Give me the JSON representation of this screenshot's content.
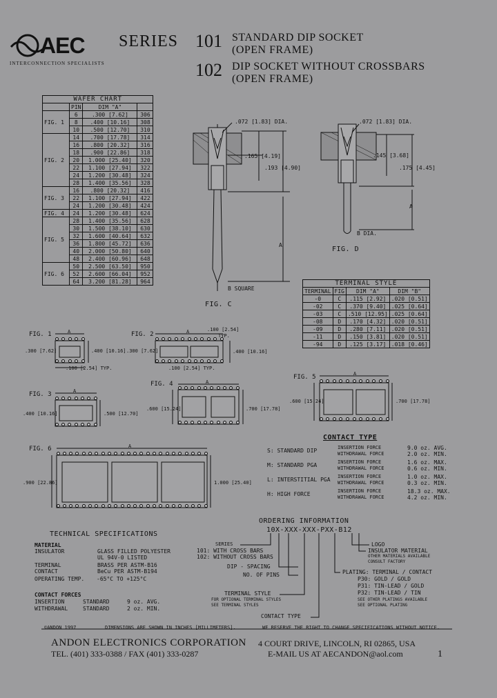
{
  "header": {
    "logo_text": "AEC",
    "logo_subtitle": "INTERCONNECTION SPECIALISTS",
    "series_label": "SERIES",
    "num_101": "101",
    "num_102": "102",
    "line_101_a": "STANDARD DIP SOCKET",
    "line_101_b": "(OPEN FRAME)",
    "line_102_a": "DIP SOCKET WITHOUT CROSSBARS",
    "line_102_b": "(OPEN FRAME)"
  },
  "wafer_chart": {
    "title": "WAFER CHART",
    "col_pin": "PIN",
    "col_dim": "DIM \"A\"",
    "groups": [
      {
        "fig": "FIG. 1",
        "rows": [
          [
            "6",
            ".300 [7.62]",
            "306"
          ],
          [
            "8",
            ".400 [10.16]",
            "308"
          ],
          [
            "10",
            ".500 [12.70]",
            "310"
          ]
        ]
      },
      {
        "fig": "FIG. 2",
        "rows": [
          [
            "14",
            ".700 [17.78]",
            "314"
          ],
          [
            "16",
            ".800 [20.32]",
            "316"
          ],
          [
            "18",
            ".900 [22.86]",
            "318"
          ],
          [
            "20",
            "1.000 [25.40]",
            "320"
          ],
          [
            "22",
            "1.100 [27.94]",
            "322"
          ],
          [
            "24",
            "1.200 [30.48]",
            "324"
          ],
          [
            "28",
            "1.400 [35.56]",
            "328"
          ]
        ]
      },
      {
        "fig": "FIG. 3",
        "rows": [
          [
            "16",
            ".800 [20.32]",
            "416"
          ],
          [
            "22",
            "1.100 [27.94]",
            "422"
          ],
          [
            "24",
            "1.200 [30.48]",
            "424"
          ]
        ]
      },
      {
        "fig": "FIG. 4",
        "rows": [
          [
            "24",
            "1.200 [30.48]",
            "624"
          ]
        ]
      },
      {
        "fig": "FIG. 5",
        "rows": [
          [
            "28",
            "1.400 [35.56]",
            "628"
          ],
          [
            "30",
            "1.500 [38.10]",
            "630"
          ],
          [
            "32",
            "1.600 [40.64]",
            "632"
          ],
          [
            "36",
            "1.800 [45.72]",
            "636"
          ],
          [
            "40",
            "2.000 [50.80]",
            "640"
          ],
          [
            "48",
            "2.400 [60.96]",
            "648"
          ]
        ]
      },
      {
        "fig": "FIG. 6",
        "rows": [
          [
            "50",
            "2.500 [63.50]",
            "950"
          ],
          [
            "52",
            "2.600 [66.04]",
            "952"
          ],
          [
            "64",
            "3.200 [81.28]",
            "964"
          ]
        ]
      }
    ]
  },
  "fig_c": {
    "dia": ".072 [1.83] DIA.",
    "d1": ".165 [4.19]",
    "d2": ".193 [4.90]",
    "a": "A",
    "b": "B SQUARE",
    "label": "FIG. C"
  },
  "fig_d": {
    "dia": ".072 [1.83] DIA.",
    "d1": ".145 [3.68]",
    "d2": ".175 [4.45]",
    "a": "A",
    "b": "B DIA.",
    "label": "FIG. D"
  },
  "terminal_style": {
    "title": "TERMINAL STYLE",
    "headers": [
      "TERMINAL",
      "FIG",
      "DIM \"A\"",
      "DIM \"B\""
    ],
    "rows": [
      [
        "-0",
        "C",
        ".115 [2.92]",
        ".020 [0.51]"
      ],
      [
        "-02",
        "C",
        ".370 [9.40]",
        ".025 [0.64]"
      ],
      [
        "-03",
        "C",
        ".510 [12.95]",
        ".025 [0.64]"
      ],
      [
        "-08",
        "D",
        ".170 [4.32]",
        ".020 [0.51]"
      ],
      [
        "-09",
        "D",
        ".280 [7.11]",
        ".020 [0.51]"
      ],
      [
        "-11",
        "D",
        ".150 [3.81]",
        ".020 [0.51]"
      ],
      [
        "-94",
        "D",
        ".125 [3.17]",
        ".018 [0.46]"
      ]
    ]
  },
  "figs": {
    "f1": "FIG. 1",
    "f2": "FIG. 2",
    "f3": "FIG. 3",
    "f4": "FIG. 4",
    "f5": "FIG. 5",
    "f6": "FIG. 6",
    "a": "A",
    "f1_300": ".300 [7.62]",
    "f1_400": ".400 [10.16]",
    "f1_100": ".100 [2.54] TYP.",
    "f2_100top": ".100 [2.54]",
    "f2_typ": "TYP.",
    "f2_300": ".300 [7.62]",
    "f2_400": ".400 [10.16]",
    "f2_100": ".100 [2.54] TYP.",
    "f3_400": ".400 [10.16]",
    "f3_500": ".500 [12.70]",
    "f4_600": ".600 [15.24]",
    "f4_700": ".700 [17.78]",
    "f5_600": ".600 [15.24]",
    "f5_700": ".700 [17.78]",
    "f6_900": ".900 [22.86]",
    "f6_1000": "1.000 [25.40]"
  },
  "contact_type": {
    "title": "CONTACT TYPE",
    "rows": [
      {
        "code": "S: STANDARD DIP",
        "l1": "INSERTION FORCE",
        "v1": "9.0 oz. AVG.",
        "l2": "WITHDRAWAL FORCE",
        "v2": "2.0 oz. MIN."
      },
      {
        "code": "M: STANDARD PGA",
        "l1": "INSERTION FORCE",
        "v1": "1.6 oz. MAX.",
        "l2": "WITHDRAWAL FORCE",
        "v2": "0.6 oz. MIN."
      },
      {
        "code": "L: INTERSTITIAL PGA",
        "l1": "INSERTION FORCE",
        "v1": "1.0 oz. MAX.",
        "l2": "WITHDRAWAL FORCE",
        "v2": "0.3 oz. MIN."
      },
      {
        "code": "H: HIGH FORCE",
        "l1": "INSERTION FORCE",
        "v1": "18.3 oz. MAX.",
        "l2": "WITHDRAWAL FORCE",
        "v2": "4.2 oz. MIN."
      }
    ]
  },
  "ordering": {
    "title": "ORDERING INFORMATION",
    "code": "10X-XXX-XXX-PXX-B12",
    "series": "SERIES",
    "s101": "101: WITH CROSS BARS",
    "s102": "102: WITHOUT CROSS BARS",
    "dip": "DIP - SPACING",
    "pins": "NO. OF PINS",
    "term": "TERMINAL STYLE",
    "term_n1": "FOR OPTIONAL TERMINAL STYLES",
    "term_n2": "SEE TERMINAL STYLES",
    "contact": "CONTACT TYPE",
    "logo": "LOGO",
    "ins": "INSULATOR MATERIAL",
    "ins_n1": "OTHER MATERIALS AVAILABLE",
    "ins_n2": "CONSULT FACTORY",
    "plating": "PLATING: TERMINAL / CONTACT",
    "p30": "P30: GOLD / GOLD",
    "p31": "P31: TIN-LEAD / GOLD",
    "p32": "P32: TIN-LEAD / TIN",
    "p_n1": "SEE OTHER PLATINGS AVAILABLE",
    "p_n2": "SEE OPTIONAL PLATING"
  },
  "tech": {
    "title": "TECHNICAL SPECIFICATIONS",
    "material": "MATERIAL",
    "insulator": "INSULATOR",
    "insulator_v1": "GLASS FILLED POLYESTER",
    "insulator_v2": "UL 94V-0 LISTED",
    "terminal": "TERMINAL",
    "terminal_v": "BRASS PER ASTM-B16",
    "contact": "CONTACT",
    "contact_v": "BeCu PER ASTM-B194",
    "op_temp": "OPERATING TEMP.",
    "op_temp_v": "-65°C TO +125°C",
    "forces": "CONTACT FORCES",
    "insertion": "INSERTION",
    "insertion_std": "STANDARD",
    "insertion_v": "9 oz. AVG.",
    "withdrawal": "WITHDRAWAL",
    "withdrawal_std": "STANDARD",
    "withdrawal_v": "2 oz. MIN."
  },
  "footer": {
    "copyright": "©ANDON 1997",
    "dims": "DIMENSIONS ARE SHOWN IN INCHES [MILLIMETERS].",
    "reserve": "WE RESERVE THE RIGHT TO CHANGE SPECIFICATIONS WITHOUT NOTICE.",
    "company": "ANDON ELECTRONICS CORPORATION",
    "address": "4 COURT DRIVE, LINCOLN, RI 02865, USA",
    "phone": "TEL. (401) 333-0388 / FAX (401) 333-0287",
    "email": "E-MAIL US AT AECANDON@aol.com",
    "page": "1"
  }
}
